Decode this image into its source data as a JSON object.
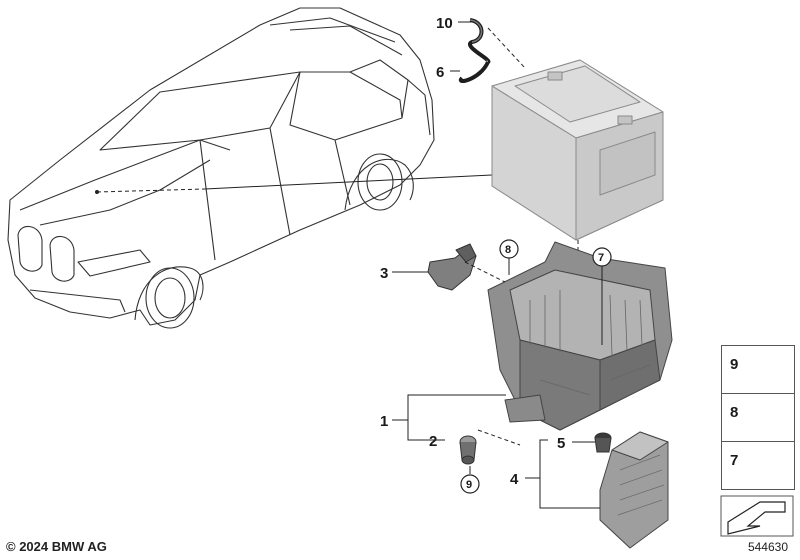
{
  "callouts": {
    "c10": "10",
    "c6": "6",
    "c3": "3",
    "c8": "8",
    "c7": "7",
    "c1": "1",
    "c2": "2",
    "c9": "9",
    "c5": "5",
    "c4": "4"
  },
  "legend": [
    {
      "num": "9"
    },
    {
      "num": "8"
    },
    {
      "num": "7"
    }
  ],
  "footer": {
    "copyright": "© 2024 BMW AG",
    "diagram_number": "544630"
  }
}
